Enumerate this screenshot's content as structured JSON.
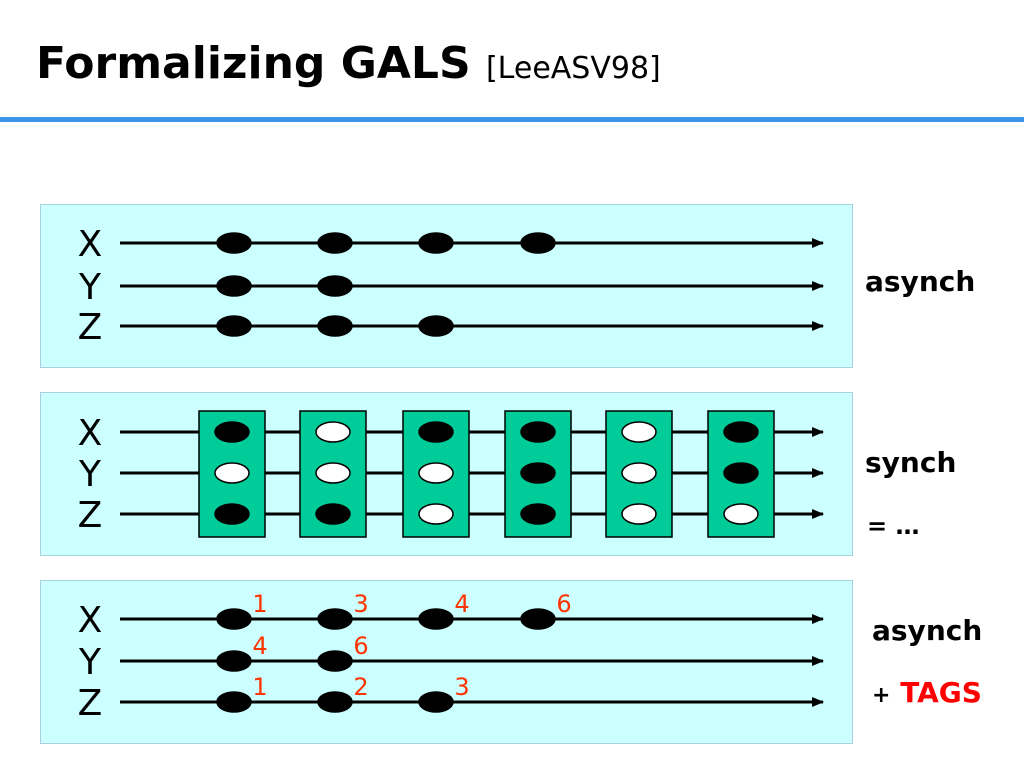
{
  "title": "Formalizing GALS",
  "citation": "[LeeASV98]",
  "colors": {
    "accent_rule": "#3d95ea",
    "panel_bg": "#ccffff",
    "sync_box": "#00cc99",
    "tag_text": "#ff3300",
    "tags_label": "#ff0000"
  },
  "panels": [
    {
      "id": "asynch",
      "signals": [
        "X",
        "Y",
        "Z"
      ],
      "events": {
        "X": 4,
        "Y": 2,
        "Z": 3
      },
      "side_label": "asynch"
    },
    {
      "id": "synch",
      "signals": [
        "X",
        "Y",
        "Z"
      ],
      "instants": [
        [
          "present",
          "absent",
          "present"
        ],
        [
          "absent",
          "absent",
          "present"
        ],
        [
          "present",
          "absent",
          "absent"
        ],
        [
          "present",
          "present",
          "present"
        ],
        [
          "absent",
          "absent",
          "absent"
        ],
        [
          "present",
          "present",
          "absent"
        ]
      ],
      "side_label": "synch",
      "side_label_2": "= …"
    },
    {
      "id": "tagged",
      "signals": [
        "X",
        "Y",
        "Z"
      ],
      "tags": {
        "X": [
          "1",
          "3",
          "4",
          "6"
        ],
        "Y": [
          "4",
          "6"
        ],
        "Z": [
          "1",
          "2",
          "3"
        ]
      },
      "side_label": "asynch",
      "side_prefix": "+",
      "side_tags": "TAGS"
    }
  ]
}
